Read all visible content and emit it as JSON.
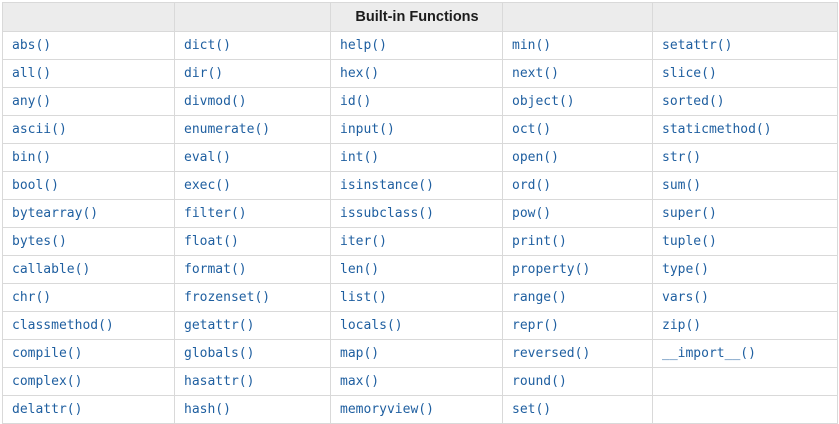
{
  "table": {
    "title": "Built-in Functions",
    "header": [
      "",
      "",
      "Built-in Functions",
      "",
      ""
    ],
    "colors": {
      "link": "#1f5fa0",
      "header_background": "#ececec",
      "header_text": "#1c1c1c",
      "border": "#d9d9d9",
      "row_background": "#ffffff"
    },
    "rows": [
      [
        "abs()",
        "dict()",
        "help()",
        "min()",
        "setattr()"
      ],
      [
        "all()",
        "dir()",
        "hex()",
        "next()",
        "slice()"
      ],
      [
        "any()",
        "divmod()",
        "id()",
        "object()",
        "sorted()"
      ],
      [
        "ascii()",
        "enumerate()",
        "input()",
        "oct()",
        "staticmethod()"
      ],
      [
        "bin()",
        "eval()",
        "int()",
        "open()",
        "str()"
      ],
      [
        "bool()",
        "exec()",
        "isinstance()",
        "ord()",
        "sum()"
      ],
      [
        "bytearray()",
        "filter()",
        "issubclass()",
        "pow()",
        "super()"
      ],
      [
        "bytes()",
        "float()",
        "iter()",
        "print()",
        "tuple()"
      ],
      [
        "callable()",
        "format()",
        "len()",
        "property()",
        "type()"
      ],
      [
        "chr()",
        "frozenset()",
        "list()",
        "range()",
        "vars()"
      ],
      [
        "classmethod()",
        "getattr()",
        "locals()",
        "repr()",
        "zip()"
      ],
      [
        "compile()",
        "globals()",
        "map()",
        "reversed()",
        "__import__()"
      ],
      [
        "complex()",
        "hasattr()",
        "max()",
        "round()",
        ""
      ],
      [
        "delattr()",
        "hash()",
        "memoryview()",
        "set()",
        ""
      ]
    ]
  }
}
